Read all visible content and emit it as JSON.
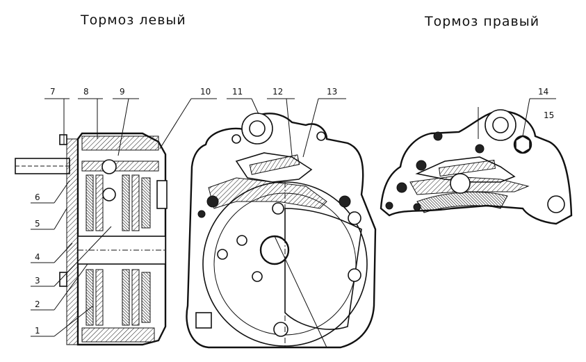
{
  "titles": {
    "left": "Тормоз левый",
    "right": "Тормоз правый"
  },
  "callouts": [
    "1",
    "2",
    "3",
    "4",
    "5",
    "6",
    "7",
    "8",
    "9",
    "10",
    "11",
    "12",
    "13",
    "14",
    "15"
  ]
}
